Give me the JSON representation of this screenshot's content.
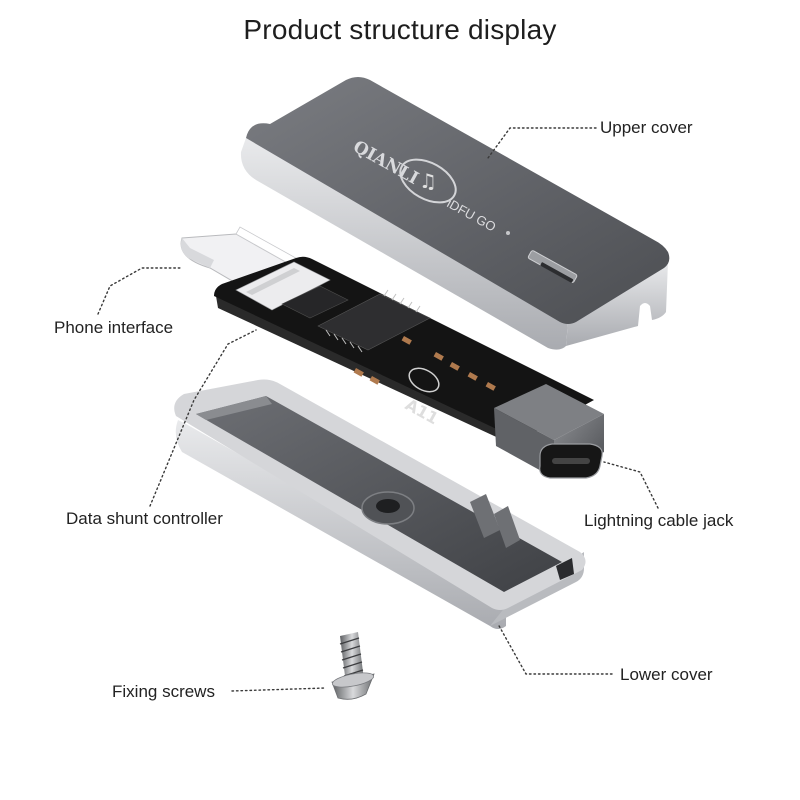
{
  "title": "Product structure display",
  "labels": {
    "upper_cover": "Upper cover",
    "phone_interface": "Phone interface",
    "data_shunt_controller": "Data shunt controller",
    "lightning_cable_jack": "Lightning cable jack",
    "lower_cover": "Lower cover",
    "fixing_screws": "Fixing screws"
  },
  "device_text": {
    "brand": "QIANLI",
    "model": "iDFU GO",
    "chip_marking": "A11"
  },
  "colors": {
    "cover_top": "#6a6c70",
    "aluminum": "#c9cbcf",
    "pcb": "#151515"
  }
}
